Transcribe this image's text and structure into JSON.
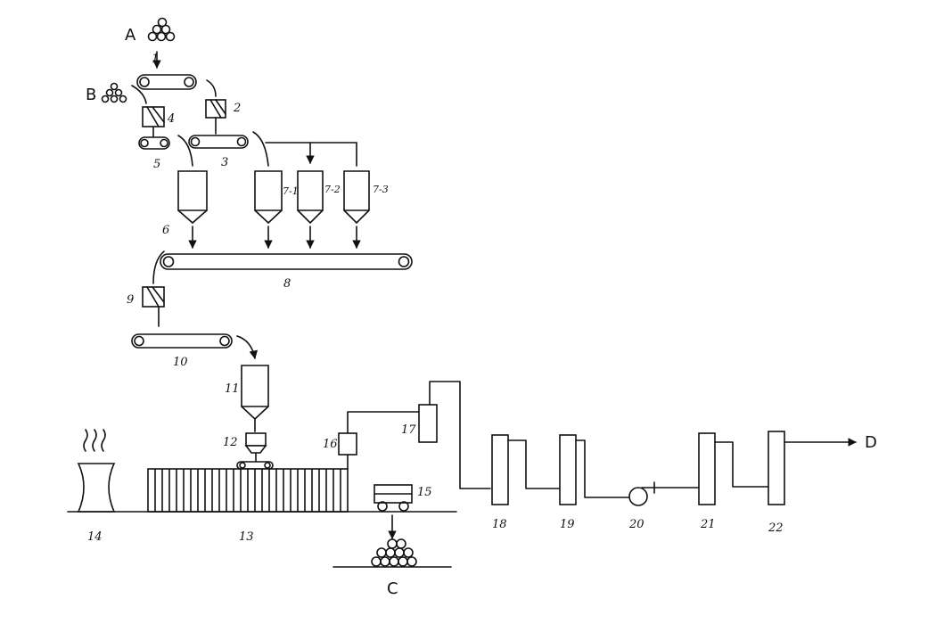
{
  "letters": {
    "a": "A",
    "b": "B",
    "c": "C",
    "d": "D"
  },
  "labels": {
    "n1": "1",
    "n2": "2",
    "n3": "3",
    "n4": "4",
    "n5": "5",
    "n6": "6",
    "n7_1": "7-1",
    "n7_2": "7-2",
    "n7_3": "7-3",
    "n8": "8",
    "n9": "9",
    "n10": "10",
    "n11": "11",
    "n12": "12",
    "n13": "13",
    "n14": "14",
    "n15": "15",
    "n16": "16",
    "n17": "17",
    "n18": "18",
    "n19": "19",
    "n20": "20",
    "n21": "21",
    "n22": "22"
  }
}
